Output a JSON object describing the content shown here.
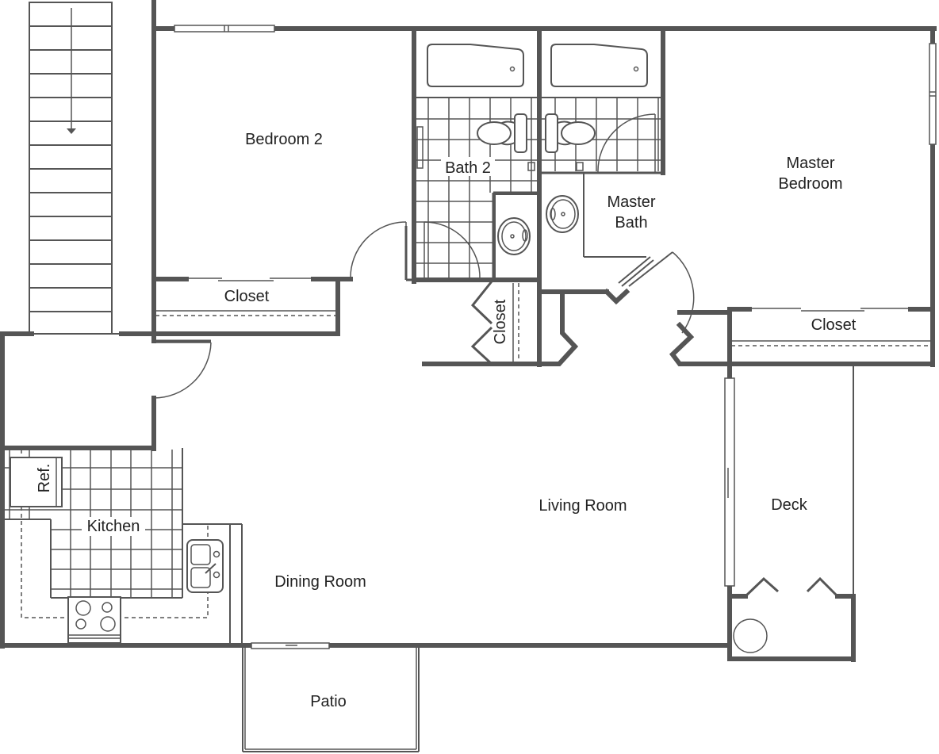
{
  "plan": {
    "colors": {
      "wall": "#555555",
      "text": "#222222",
      "background": "#ffffff"
    },
    "rooms": {
      "bedroom2": "Bedroom 2",
      "bath2": "Bath 2",
      "master_bath_line1": "Master",
      "master_bath_line2": "Bath",
      "master_bedroom_line1": "Master",
      "master_bedroom_line2": "Bedroom",
      "closet_bedroom2": "Closet",
      "closet_hall": "Closet",
      "closet_master": "Closet",
      "ref": "Ref.",
      "kitchen": "Kitchen",
      "dining_room": "Dining Room",
      "living_room": "Living Room",
      "deck": "Deck",
      "patio": "Patio"
    },
    "icons": {
      "stairs": "stairs-down-icon",
      "bathtub": "bathtub-icon",
      "toilet": "toilet-icon",
      "sink": "sink-icon",
      "range": "stove-icon",
      "kitchen_sink": "double-sink-icon",
      "door": "door-swing-icon",
      "water_heater": "round-fixture-icon"
    }
  }
}
